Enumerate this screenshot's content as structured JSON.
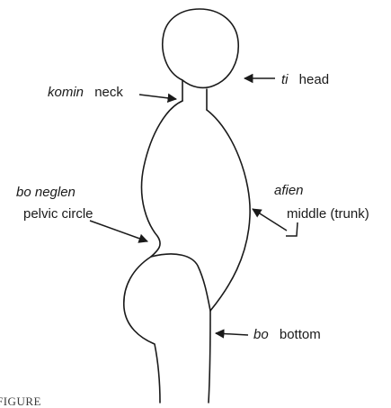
{
  "labels": {
    "head": {
      "term": "ti",
      "gloss": "head"
    },
    "neck": {
      "term": "komin",
      "gloss": "neck"
    },
    "pelvic": {
      "term": "bo neglen",
      "gloss": "pelvic circle"
    },
    "middle": {
      "term": "afien",
      "gloss": "middle (trunk)"
    },
    "bottom": {
      "term": "bo",
      "gloss": "bottom"
    }
  },
  "caption": "FIGURE"
}
